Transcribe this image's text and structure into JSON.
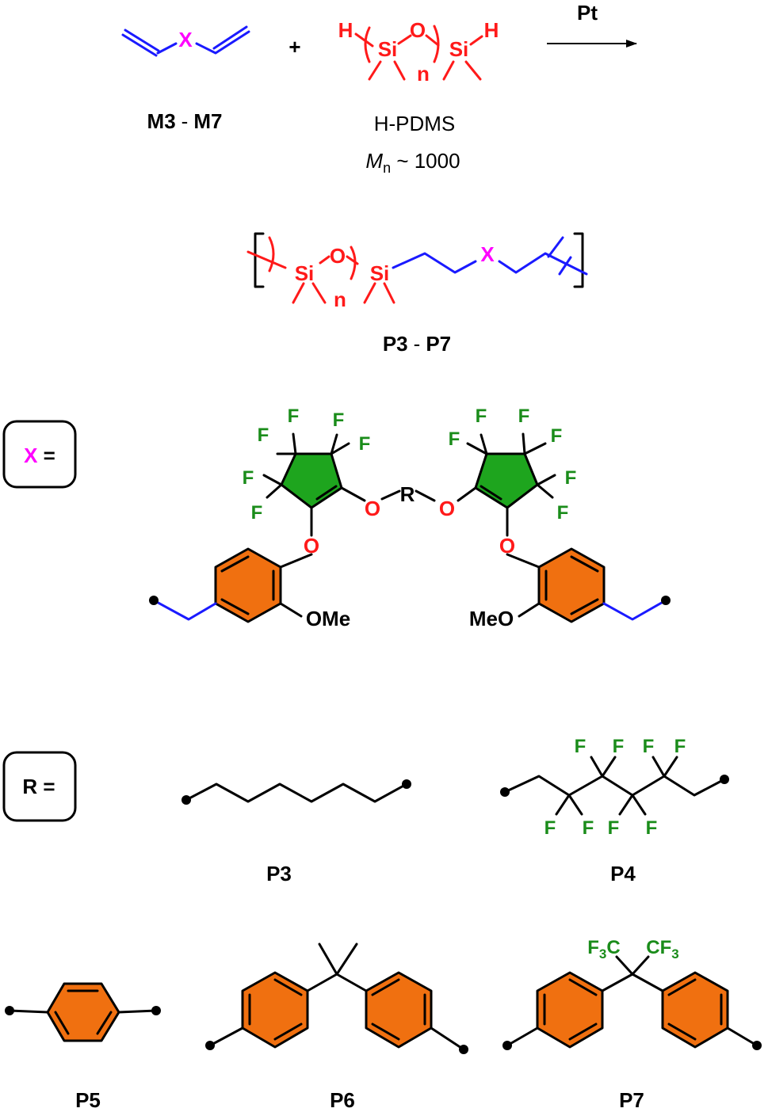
{
  "colors": {
    "vinyl": "#1a1aff",
    "siloxane": "#ff1a1a",
    "x_label": "#ff00ff",
    "fluorine": "#1a8c1a",
    "cyclopentene_fill": "#1ea51e",
    "aromatic_fill": "#f07010",
    "bond": "#000000"
  },
  "scheme": {
    "monomer_label_start": "M3",
    "monomer_label_end": "M7",
    "range_dash": "-",
    "plus": "+",
    "x": "X",
    "catalyst": "Pt",
    "h": "H",
    "si": "Si",
    "o": "O",
    "n": "n",
    "hpdms_name": "H-PDMS",
    "mn_symbol": "M",
    "mn_subscript": "n",
    "mn_value": " ~ 1000",
    "polymer_label_start": "P3",
    "polymer_label_end": "P7"
  },
  "x_box": {
    "x": "X",
    "equals": " ="
  },
  "r_box": {
    "r": "R ="
  },
  "x_structure": {
    "f": "F",
    "o": "O",
    "r": "R",
    "ome": "OMe",
    "meo": "MeO"
  },
  "r_options": {
    "p3": "P3",
    "p4": "P4",
    "p5": "P5",
    "p6": "P6",
    "p7": "P7",
    "f": "F",
    "f3c_main": "F",
    "f3c_sub": "3",
    "f3c_c": "C",
    "cf3_c": "CF",
    "cf3_sub": "3"
  }
}
